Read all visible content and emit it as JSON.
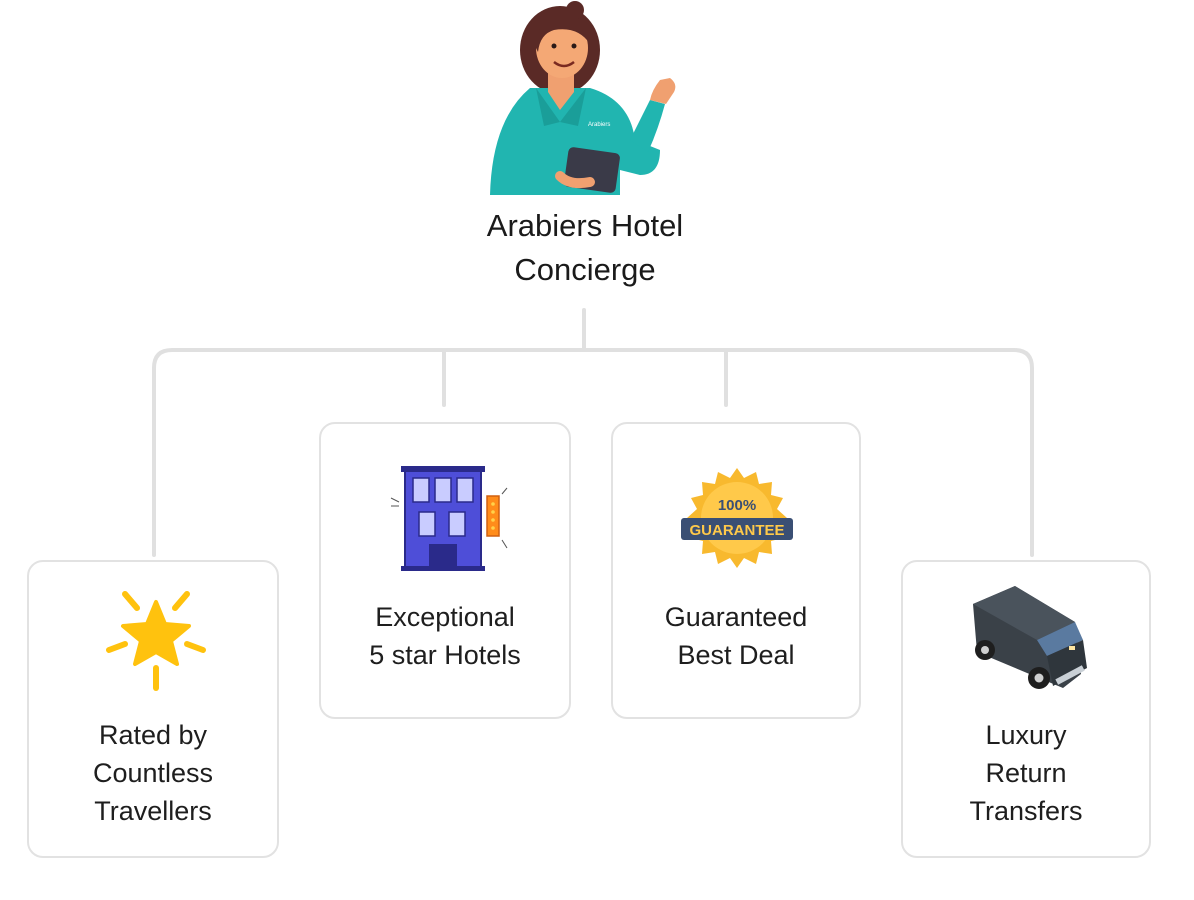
{
  "root": {
    "title_line1": "Arabiers Hotel",
    "title_line2": "Concierge",
    "badge_text": "Arabiers"
  },
  "cards": [
    {
      "label": "Rated by\nCountless\nTravellers",
      "icon": "star-icon"
    },
    {
      "label": "Exceptional\n5 star Hotels",
      "icon": "hotel-building-icon"
    },
    {
      "label": "Guaranteed\nBest Deal",
      "icon": "guarantee-badge-icon",
      "badge_line1": "100%",
      "badge_line2": "GUARANTEE"
    },
    {
      "label": "Luxury\nReturn\nTransfers",
      "icon": "van-icon"
    }
  ],
  "colors": {
    "connector": "#e0e0e0",
    "card_border": "#e2e2e2",
    "star": "#ffc20e",
    "building": "#4e4ed8",
    "badge": "#f8b92e",
    "badge_ribbon": "#3a4f74",
    "van": "#3a4148",
    "concierge_jacket": "#21b5b0"
  }
}
